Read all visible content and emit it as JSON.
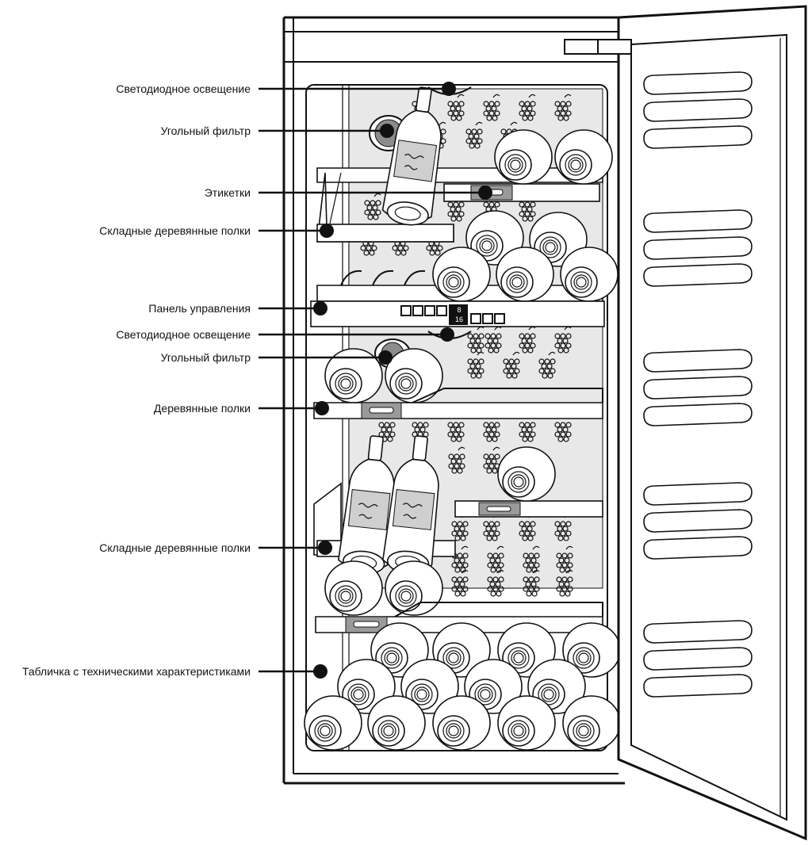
{
  "callouts": [
    {
      "id": "led-top",
      "label": "Светодиодное освещение"
    },
    {
      "id": "filter-top",
      "label": "Угольный фильтр"
    },
    {
      "id": "labels",
      "label": "Этикетки"
    },
    {
      "id": "folding-top",
      "label": "Складные деревянные полки"
    },
    {
      "id": "control-panel",
      "label": "Панель управления"
    },
    {
      "id": "led-bottom",
      "label": "Светодиодное освещение"
    },
    {
      "id": "filter-bottom",
      "label": "Угольный фильтр"
    },
    {
      "id": "wood-shelves",
      "label": "Деревянные полки"
    },
    {
      "id": "folding-bottom",
      "label": "Складные деревянные полки"
    },
    {
      "id": "rating-plate",
      "label": "Табличка с техническими характеристиками"
    }
  ],
  "display": {
    "top_value": "8",
    "bottom_value": "16"
  }
}
